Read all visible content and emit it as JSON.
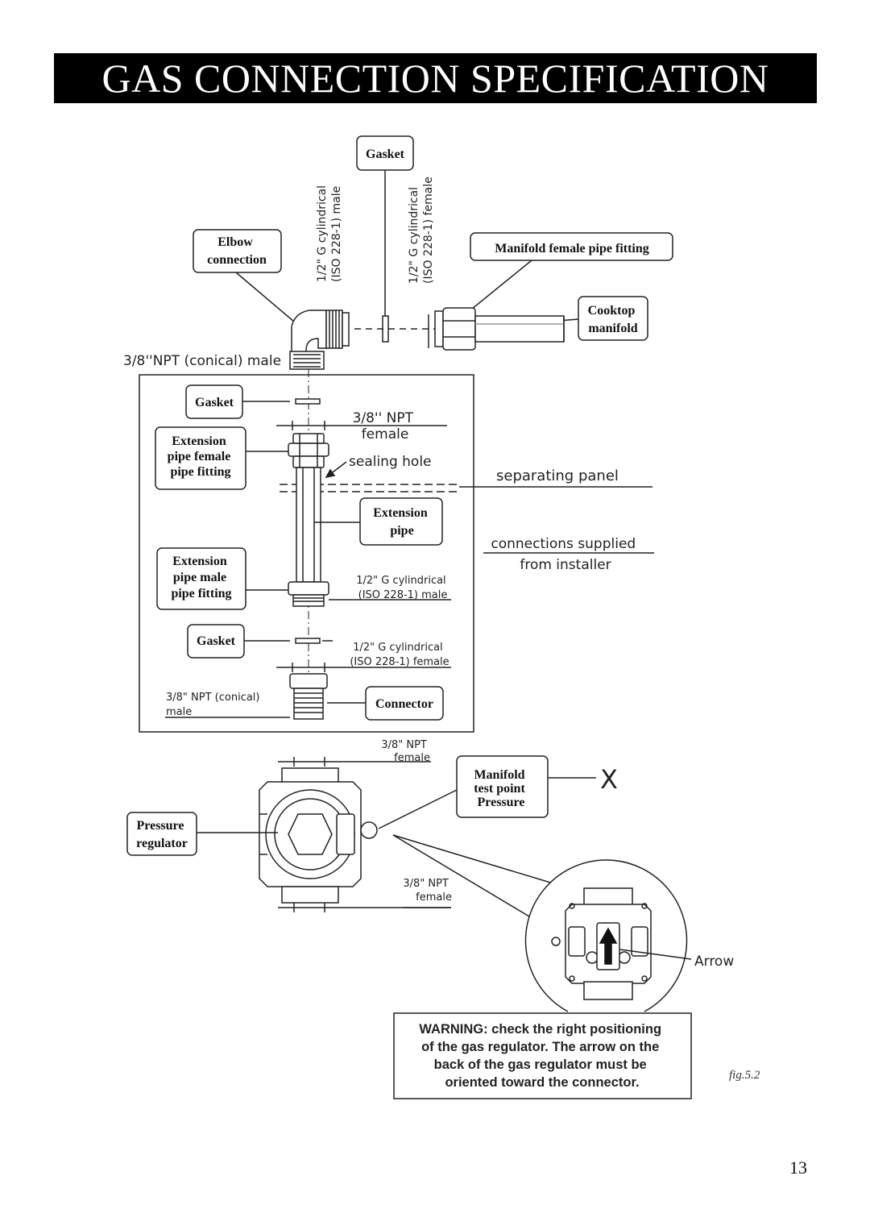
{
  "header": {
    "title": "GAS CONNECTION SPECIFICATION"
  },
  "callouts": {
    "gasket_top": "Gasket",
    "elbow": [
      "Elbow",
      "connection"
    ],
    "manifold_fitting": "Manifold female pipe fitting",
    "cooktop_manifold": [
      "Cooktop",
      "manifold"
    ],
    "gasket_1": "Gasket",
    "ext_female": [
      "Extension",
      "pipe female",
      "pipe fitting"
    ],
    "ext_pipe": [
      "Extension",
      "pipe"
    ],
    "ext_male": [
      "Extension",
      "pipe male",
      "pipe fitting"
    ],
    "gasket_2": "Gasket",
    "connector": "Connector",
    "pressure_regulator": [
      "Pressure",
      "regulator"
    ],
    "manifold_test_point": [
      "Manifold",
      "test point",
      "Pressure"
    ]
  },
  "specs": {
    "top_left_vertical": [
      "1/2\" G cylindrical",
      "(ISO 228-1) male"
    ],
    "top_right_vertical": [
      "1/2\" G cylindrical",
      "(ISO 228-1) female"
    ],
    "elbow_thread": "3/8''NPT (conical) male",
    "ext_female_thread": [
      "3/8'' NPT",
      "female"
    ],
    "sealing_hole": "sealing hole",
    "separating_panel": "separating panel",
    "installer": [
      "connections supplied",
      "from installer"
    ],
    "ext_male_thread": [
      "1/2\" G cylindrical",
      "(ISO 228-1) male"
    ],
    "gasket_thread": [
      "1/2\" G cylindrical",
      "(ISO 228-1) female"
    ],
    "connector_thread": [
      "3/8\" NPT (conical)",
      "male"
    ],
    "reg_top": [
      "3/8\" NPT",
      "female"
    ],
    "reg_bottom": [
      "3/8\" NPT",
      "female"
    ],
    "x_mark": "X",
    "arrow_label": "Arrow"
  },
  "warning": [
    "WARNING: check the right positioning",
    "of the gas regulator. The arrow on the",
    "back of the gas regulator must be",
    "oriented toward the connector."
  ],
  "figure_label": "fig.5.2",
  "page_number": "13"
}
